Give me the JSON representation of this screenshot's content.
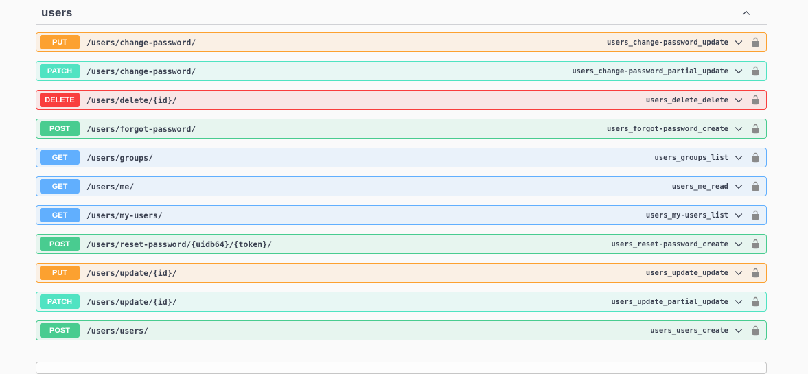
{
  "section": {
    "title": "users",
    "collapse_icon": "chevron-up"
  },
  "colors": {
    "GET": "#61affe",
    "POST": "#49cc90",
    "PUT": "#fca130",
    "PATCH": "#50e3c2",
    "DELETE": "#f93e3e",
    "text": "#3b4151",
    "lock_icon": "#8a8a8a",
    "chevron_icon": "#3b4151"
  },
  "icons": {
    "section_collapse": "chevron-up-icon",
    "row_expand": "chevron-down-icon",
    "authorization": "unlocked-padlock-icon"
  },
  "endpoints": [
    {
      "method": "PUT",
      "path": "/users/change-password/",
      "operation_id": "users_change-password_update"
    },
    {
      "method": "PATCH",
      "path": "/users/change-password/",
      "operation_id": "users_change-password_partial_update"
    },
    {
      "method": "DELETE",
      "path": "/users/delete/{id}/",
      "operation_id": "users_delete_delete"
    },
    {
      "method": "POST",
      "path": "/users/forgot-password/",
      "operation_id": "users_forgot-password_create"
    },
    {
      "method": "GET",
      "path": "/users/groups/",
      "operation_id": "users_groups_list"
    },
    {
      "method": "GET",
      "path": "/users/me/",
      "operation_id": "users_me_read"
    },
    {
      "method": "GET",
      "path": "/users/my-users/",
      "operation_id": "users_my-users_list"
    },
    {
      "method": "POST",
      "path": "/users/reset-password/{uidb64}/{token}/",
      "operation_id": "users_reset-password_create"
    },
    {
      "method": "PUT",
      "path": "/users/update/{id}/",
      "operation_id": "users_update_update"
    },
    {
      "method": "PATCH",
      "path": "/users/update/{id}/",
      "operation_id": "users_update_partial_update"
    },
    {
      "method": "POST",
      "path": "/users/users/",
      "operation_id": "users_users_create"
    }
  ]
}
